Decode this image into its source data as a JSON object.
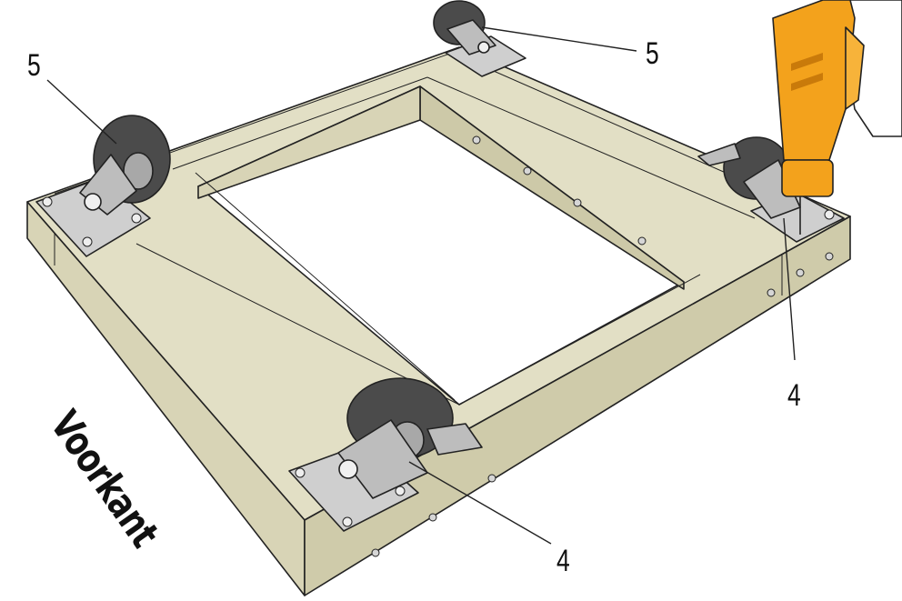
{
  "heading": "Voorkant",
  "callouts": [
    {
      "id": "caster-back-left",
      "number": "5"
    },
    {
      "id": "caster-back-right",
      "number": "5"
    },
    {
      "id": "caster-front-right",
      "number": "4"
    },
    {
      "id": "caster-front-left",
      "number": "4"
    }
  ],
  "colors": {
    "wood": "#e2dfc5",
    "wood_side": "#d3cfb1",
    "wood_dark": "#c6c2a3",
    "wheel": "#4b4b4b",
    "plate": "#cfcfcf",
    "drill": "#f3a21c",
    "outline": "#222222"
  }
}
